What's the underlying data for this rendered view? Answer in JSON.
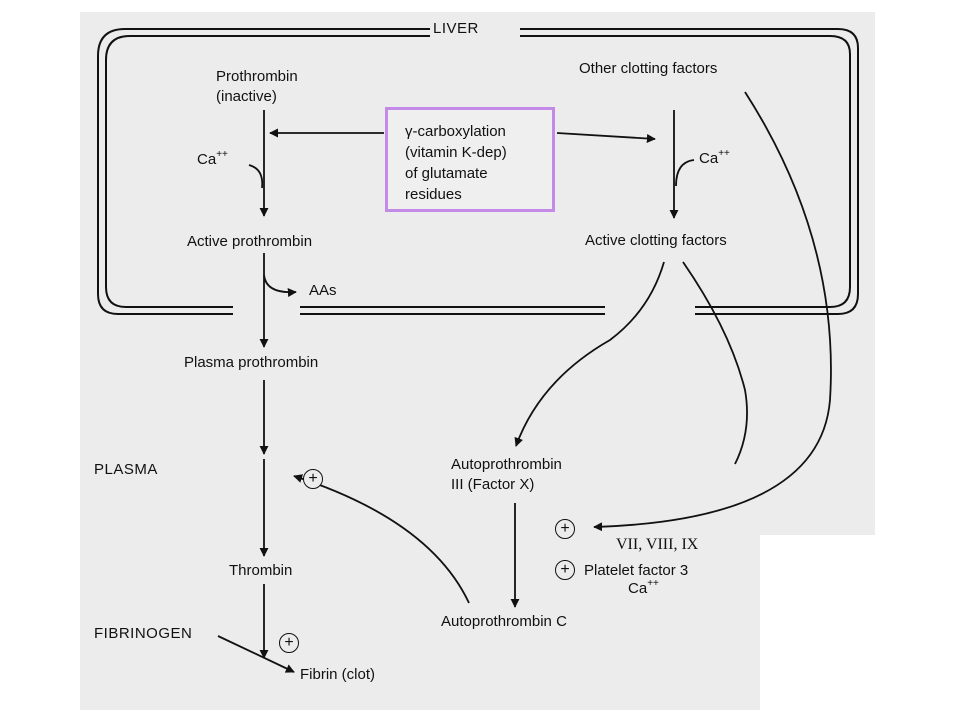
{
  "diagram": {
    "regions": {
      "liver": "LIVER",
      "plasma": "PLASMA"
    },
    "nodes": {
      "prothrombin_inactive": "Prothrombin\n(inactive)",
      "other_clotting_factors": "Other clotting factors",
      "gamma_carboxylation_note": "γ-carboxylation\n(vitamin K-dep)\nof glutamate\nresidues",
      "active_prothrombin": "Active prothrombin",
      "active_clotting_factors": "Active clotting factors",
      "aas": "AAs",
      "plasma_prothrombin": "Plasma prothrombin",
      "autoprothrombin_iii": "Autoprothrombin\nIII (Factor X)",
      "factors_vii_viii_ix": "VII, VIII, IX",
      "platelet_factor_3": "Platelet factor 3",
      "thrombin": "Thrombin",
      "autoprothrombin_c": "Autoprothrombin C",
      "fibrinogen": "FIBRINOGEN",
      "fibrin_clot": "Fibrin (clot)"
    },
    "calcium": {
      "ion": "Ca",
      "charge": "++"
    },
    "plus_symbol": "+",
    "accent_color": "#c38be7"
  }
}
